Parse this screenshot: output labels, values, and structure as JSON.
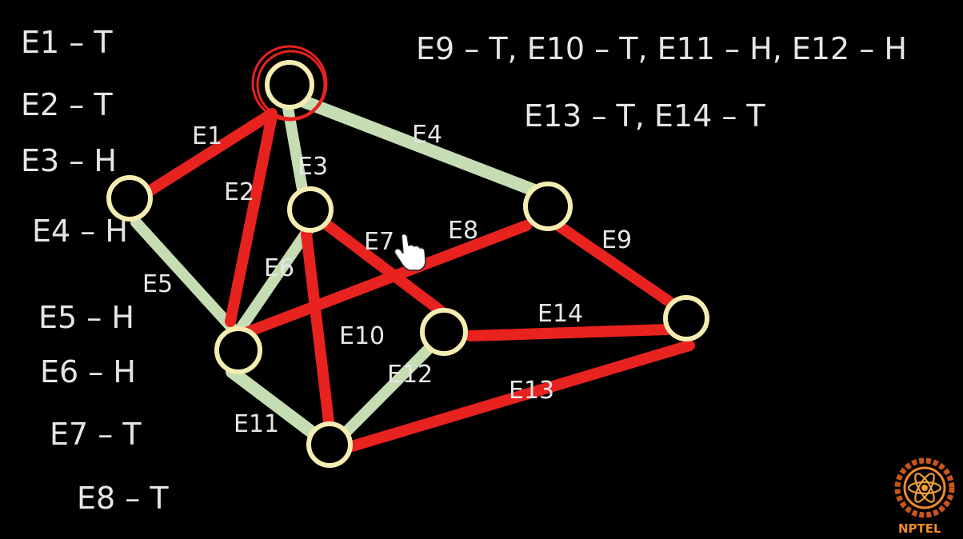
{
  "left_assignments": [
    "E1 – T",
    "E2 – T",
    "E3 – H",
    "E4 – H",
    "E5 – H",
    "E6 – H",
    "E7 – T",
    "E8 – T"
  ],
  "top_assignments": [
    "E9 – T, E10 – T, E11 – H, E12 – H",
    "E13 – T, E14 – T"
  ],
  "edge_labels": [
    "E1",
    "E2",
    "E3",
    "E4",
    "E5",
    "E6",
    "E7",
    "E8",
    "E9",
    "E10",
    "E11",
    "E12",
    "E13",
    "E14"
  ],
  "logo": {
    "text": "NPTEL"
  },
  "colors": {
    "tails": "#e8221f",
    "heads": "#c6ddb4",
    "vertex": "#f4ecb0",
    "highlight": "#e8221f",
    "background": "#000000"
  },
  "icons": {
    "cursor": "hand-pointer-icon",
    "logo": "nptel-logo-icon"
  }
}
